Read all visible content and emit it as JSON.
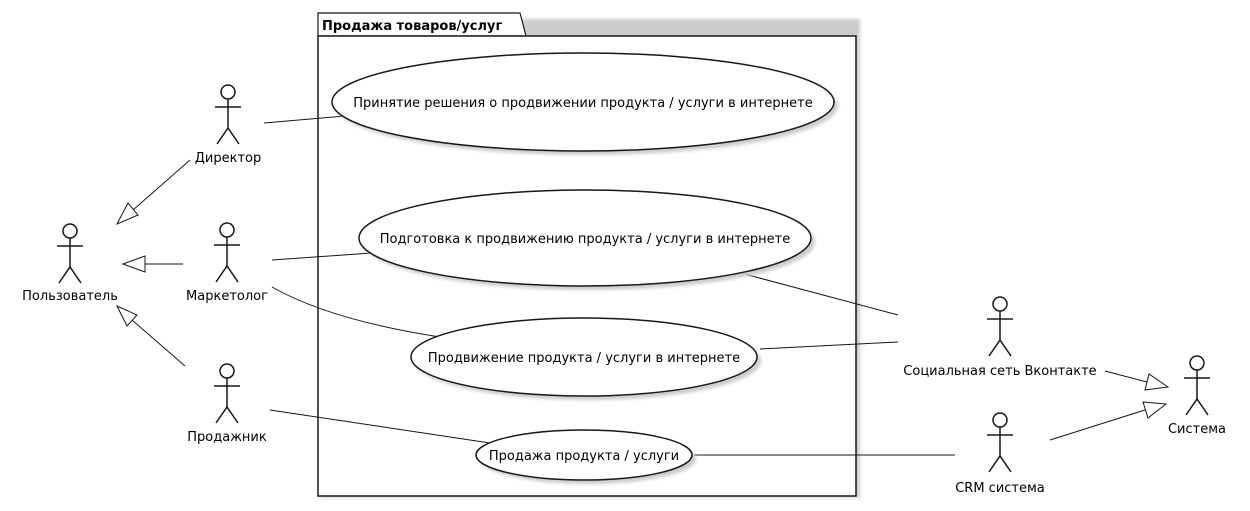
{
  "package": {
    "title": "Продажа товаров/услуг"
  },
  "actors": {
    "user": "Пользователь",
    "director": "Директор",
    "marketer": "Маркетолог",
    "seller": "Продажник",
    "vk": "Социальная сеть Вконтакте",
    "crm": "CRM система",
    "system": "Система"
  },
  "use_cases": {
    "decision": "Принятие решения о продвижении продукта / услуги в интернете",
    "preparation": "Подготовка к продвижению продукта / услуги в интернете",
    "promotion": "Продвижение продукта / услуги в интернете",
    "sale": "Продажа продукта / услуги"
  }
}
